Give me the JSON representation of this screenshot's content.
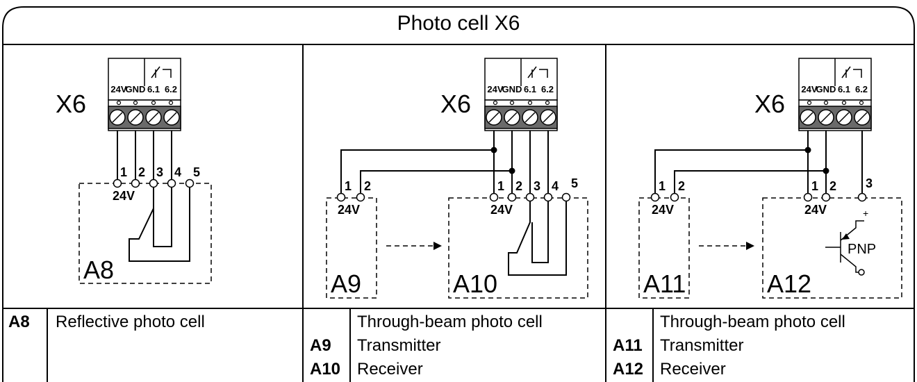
{
  "title": "Photo cell X6",
  "terminal_block": {
    "name": "X6",
    "labels": [
      "24V",
      "GND",
      "6.1",
      "6.2"
    ]
  },
  "panels": [
    {
      "id": "left",
      "devices": [
        {
          "code": "A8"
        }
      ],
      "terminals": [
        "1",
        "2",
        "3",
        "4",
        "5"
      ],
      "voltage_label": "24V"
    },
    {
      "id": "middle",
      "devices": [
        {
          "code": "A9"
        },
        {
          "code": "A10"
        }
      ],
      "transmitter_terminals": [
        "1",
        "2"
      ],
      "receiver_terminals": [
        "1",
        "2",
        "3",
        "4",
        "5"
      ],
      "voltage_label": "24V"
    },
    {
      "id": "right",
      "devices": [
        {
          "code": "A11"
        },
        {
          "code": "A12"
        }
      ],
      "transmitter_terminals": [
        "1",
        "2"
      ],
      "receiver_terminals": [
        "1",
        "2",
        "3"
      ],
      "voltage_label": "24V",
      "output_label": "PNP",
      "plus_sign": "+"
    }
  ],
  "legend": [
    {
      "rows": [
        {
          "code": "A8",
          "text": "Reflective photo cell"
        }
      ]
    },
    {
      "rows": [
        {
          "code": "",
          "text": "Through-beam photo cell"
        },
        {
          "code": "A9",
          "text": "Transmitter"
        },
        {
          "code": "A10",
          "text": "Receiver"
        }
      ]
    },
    {
      "rows": [
        {
          "code": "",
          "text": "Through-beam photo cell"
        },
        {
          "code": "A11",
          "text": "Transmitter"
        },
        {
          "code": "A12",
          "text": "Receiver"
        }
      ]
    }
  ]
}
